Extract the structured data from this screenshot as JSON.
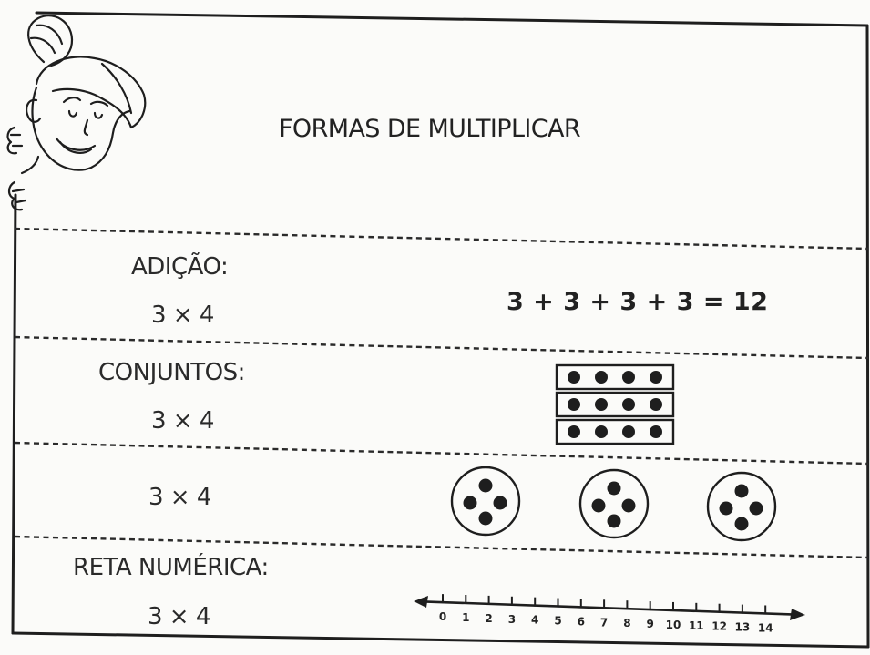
{
  "title": "FORMAS DE MULTIPLICAR",
  "sections": {
    "adicao": {
      "label": "ADIÇÃO:",
      "expression": "3 × 4",
      "equation": "3 + 3 + 3 + 3 = 12"
    },
    "conjuntos": {
      "label": "CONJUNTOS:",
      "expression": "3 × 4",
      "groups": 3,
      "items_per_group": 4
    },
    "circulos": {
      "expression": "3 × 4",
      "circles": 3,
      "dots_per_circle": 4
    },
    "reta_numerica": {
      "label": "RETA NUMÉRICA:",
      "expression": "3 × 4",
      "ticks": [
        "0",
        "1",
        "2",
        "3",
        "4",
        "5",
        "6",
        "7",
        "8",
        "9",
        "10",
        "11",
        "12",
        "13",
        "14"
      ]
    }
  }
}
